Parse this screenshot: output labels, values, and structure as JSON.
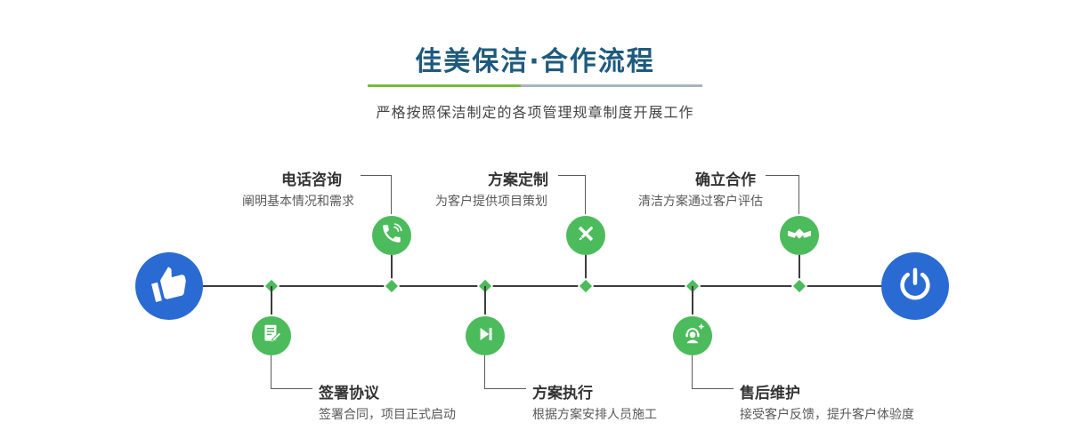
{
  "header": {
    "title": "佳美保洁·合作流程",
    "subtitle": "严格按照保洁制定的各项管理规章制度开展工作"
  },
  "steps_top": [
    {
      "title": "电话咨询",
      "desc": "阐明基本情况和需求",
      "icon": "phone-icon"
    },
    {
      "title": "方案定制",
      "desc": "为客户提供项目策划",
      "icon": "design-pen-icon"
    },
    {
      "title": "确立合作",
      "desc": "清洁方案通过客户评估",
      "icon": "handshake-icon"
    }
  ],
  "steps_bottom": [
    {
      "title": "签署协议",
      "desc": "签署合同，项目正式启动",
      "icon": "contract-icon"
    },
    {
      "title": "方案执行",
      "desc": "根据方案安排人员施工",
      "icon": "play-icon"
    },
    {
      "title": "售后维护",
      "desc": "接受客户反馈，提升客户体验度",
      "icon": "headset-icon"
    }
  ],
  "endpoints": {
    "start_icon": "pointer-hand-icon",
    "end_icon": "power-icon"
  },
  "colors": {
    "title": "#1e5a7e",
    "accent_green": "#4cbb5c",
    "accent_blue": "#2a6bd3",
    "line": "#3c3c3c",
    "divider_green": "#7ab83c",
    "divider_gray": "#a9b3bb"
  }
}
